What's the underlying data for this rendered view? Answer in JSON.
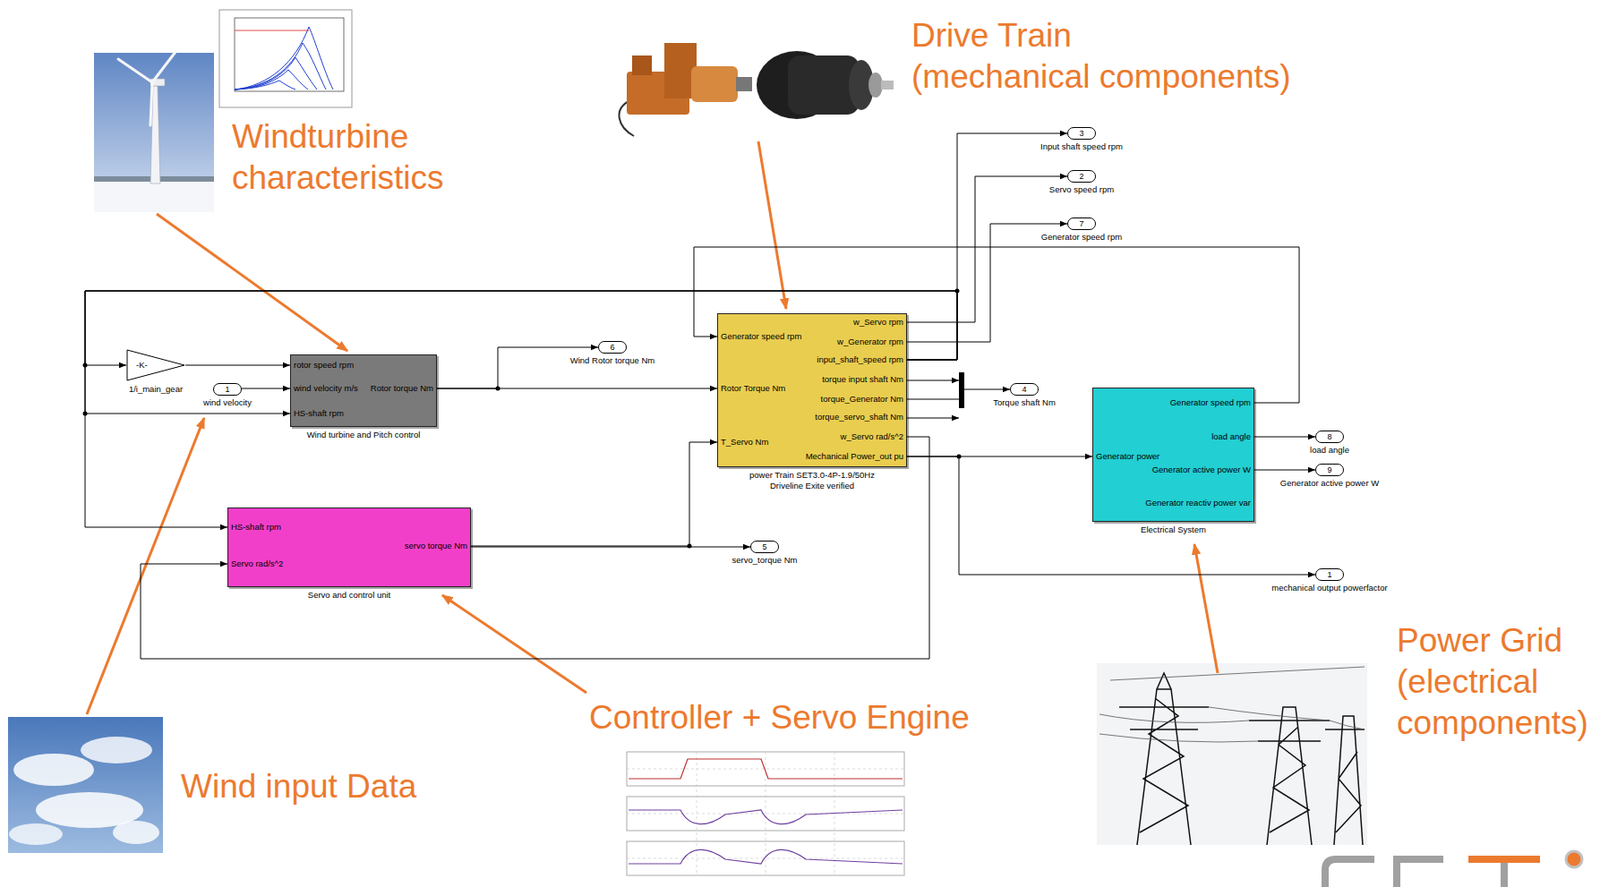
{
  "diagram": {
    "nodes": [
      {
        "text": [
          "-K-",
          "1/i_main_gear"
        ]
      },
      {
        "text": [
          "1",
          "wind velocity"
        ]
      },
      {
        "text": [
          "rotor speed rpm",
          "wind velocity m/s",
          "HS-shaft rpm",
          "Rotor torque Nm",
          "Wind turbine and Pitch control"
        ]
      },
      {
        "text": [
          "HS-shaft rpm",
          "Servo rad/s^2",
          "servo torque Nm",
          "Servo and control unit"
        ]
      },
      {
        "text": [
          "6",
          "Wind Rotor torque Nm"
        ]
      },
      {
        "text": [
          "5",
          "servo_torque Nm"
        ]
      },
      {
        "text": [
          "Generator speed rpm",
          "Rotor Torque Nm",
          "T_Servo Nm",
          "w_Servo rpm",
          "w_Generator rpm",
          "input_shaft_speed rpm",
          "torque input shaft Nm",
          "torque_Generator Nm",
          "torque_servo_shaft Nm",
          "w_Servo rad/s^2",
          "Mechanical Power_out pu",
          "power Train SET3.0-4P-1.9/50Hz Driveline Exite verified"
        ]
      },
      {
        "text": [
          "3",
          "Input shaft speed rpm"
        ]
      },
      {
        "text": [
          "2",
          "Servo speed rpm"
        ]
      },
      {
        "text": [
          "7",
          "Generator speed rpm"
        ]
      },
      {
        "text": [
          "4",
          "Torque shaft Nm"
        ]
      },
      {
        "text": [
          "Generator speed rpm",
          "load angle",
          "Generator power",
          "Generator active power W",
          "Generator reactiv power var",
          "Electrical System"
        ]
      },
      {
        "text": [
          "8",
          "load angle"
        ]
      },
      {
        "text": [
          "9",
          "Generator active power W"
        ]
      },
      {
        "text": [
          "1",
          "mechanical output powerfactor"
        ]
      }
    ],
    "edges": [
      {
        "from": 0,
        "to": 2,
        "arrow": "to"
      },
      {
        "from": 1,
        "to": 2,
        "arrow": "to"
      },
      {
        "from": 2,
        "to": 4,
        "arrow": "to"
      },
      {
        "from": 2,
        "to": 6,
        "arrow": "to"
      },
      {
        "from": 3,
        "to": 6,
        "arrow": "to"
      },
      {
        "from": 3,
        "to": 5,
        "arrow": "to"
      },
      {
        "from": 6,
        "to": 7,
        "arrow": "to"
      },
      {
        "from": 6,
        "to": 8,
        "arrow": "to"
      },
      {
        "from": 6,
        "to": 9,
        "arrow": "to"
      },
      {
        "from": 6,
        "to": 0,
        "arrow": "to"
      },
      {
        "from": 6,
        "to": 2,
        "arrow": "to"
      },
      {
        "from": 6,
        "to": 3,
        "arrow": "to"
      },
      {
        "from": 6,
        "to": 10,
        "arrow": "to"
      },
      {
        "from": 6,
        "to": 11,
        "arrow": "to"
      },
      {
        "from": 6,
        "to": 14,
        "arrow": "to"
      },
      {
        "from": 6,
        "to": 3,
        "arrow": "to"
      },
      {
        "from": 11,
        "to": 6,
        "arrow": "to"
      },
      {
        "from": 11,
        "to": 12,
        "arrow": "to"
      },
      {
        "from": 11,
        "to": 13,
        "arrow": "to"
      }
    ],
    "labels": [
      "Windturbine characteristics",
      "Drive Train",
      "(mechanical components)",
      "Controller + Servo Engine",
      "Wind input Data",
      "Power Grid",
      "(electrical components)"
    ]
  }
}
